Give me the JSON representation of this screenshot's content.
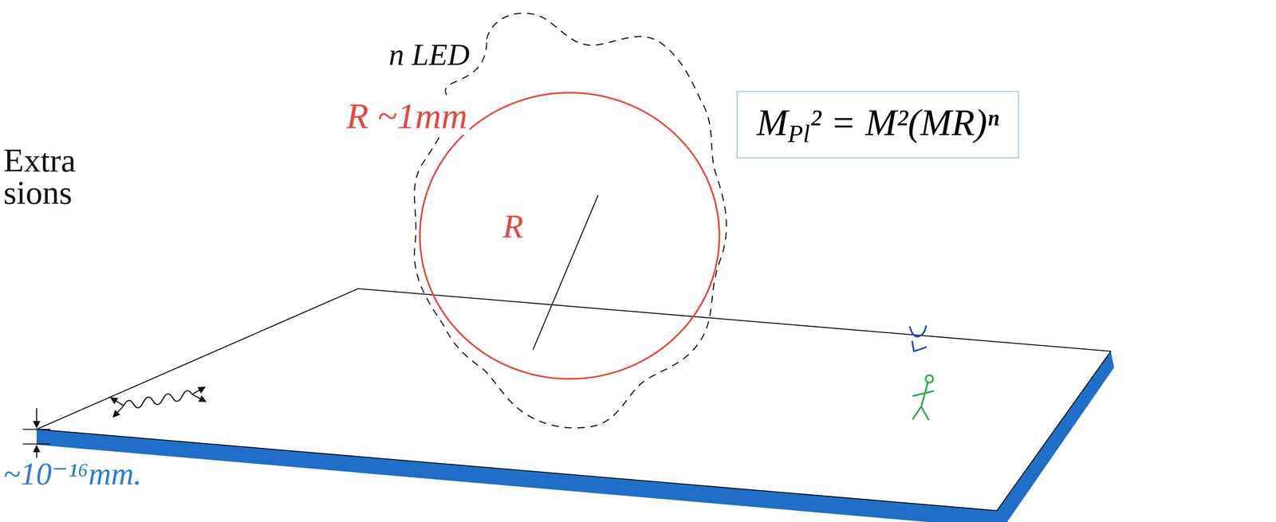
{
  "diagram": {
    "nodes": [
      {
        "text": [
          "MPl² = M²(MR)ⁿ"
        ]
      }
    ],
    "labels": [
      "Extra",
      "sions",
      "n LED",
      "R ~1mm",
      "R",
      "~10⁻¹⁶mm."
    ]
  }
}
